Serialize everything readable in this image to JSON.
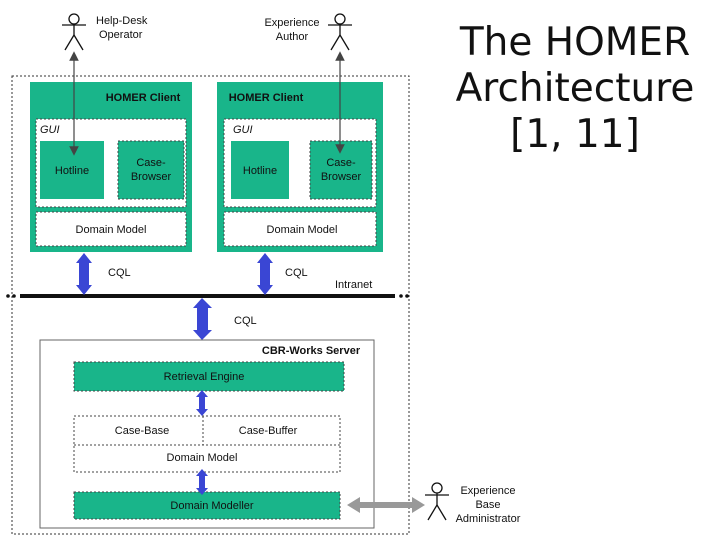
{
  "title": {
    "line1": "The HOMER",
    "line2": "Architecture",
    "line3": "[1, 11]"
  },
  "actors": {
    "helpdesk": [
      "Help-Desk",
      "Operator"
    ],
    "author": [
      "Experience",
      "Author"
    ],
    "admin": [
      "Experience",
      "Base",
      "Administrator"
    ]
  },
  "clients": {
    "left": {
      "title": "HOMER Client",
      "gui": "GUI",
      "hotline": "Hotline",
      "browser": [
        "Case-",
        "Browser"
      ],
      "domain_model": "Domain Model"
    },
    "right": {
      "title": "HOMER Client",
      "gui": "GUI",
      "hotline": "Hotline",
      "browser": [
        "Case-",
        "Browser"
      ],
      "domain_model": "Domain Model"
    }
  },
  "network": {
    "cql_left": "CQL",
    "cql_right": "CQL",
    "intranet": "Intranet",
    "cql_server": "CQL"
  },
  "server": {
    "title": "CBR-Works Server",
    "retrieval_engine": "Retrieval Engine",
    "case_base": "Case-Base",
    "case_buffer": "Case-Buffer",
    "domain_model": "Domain Model",
    "domain_modeller": "Domain Modeller"
  },
  "colors": {
    "green": "#19b58a",
    "arrow_blue": "#3a46d4",
    "line_black": "#111111"
  }
}
